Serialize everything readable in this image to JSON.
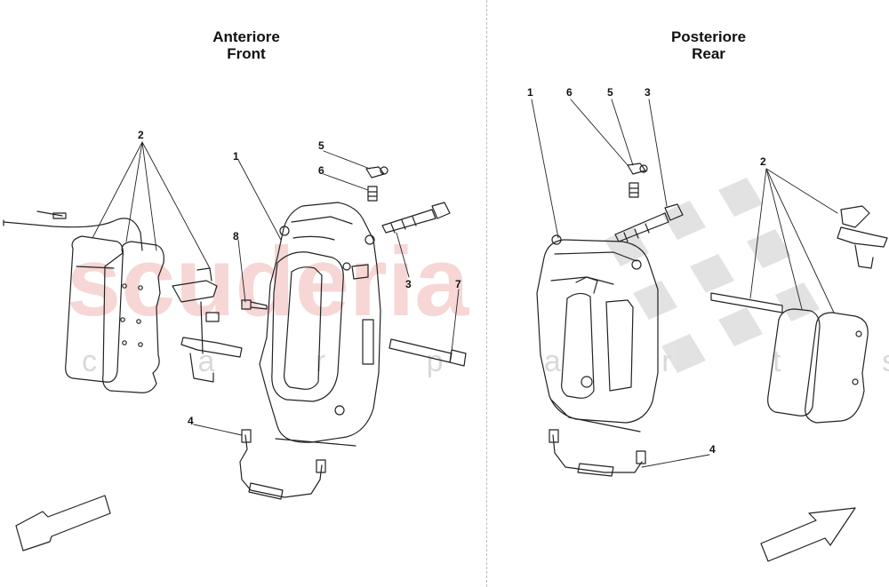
{
  "sections": {
    "front": {
      "title_it": "Anteriore",
      "title_en": "Front"
    },
    "rear": {
      "title_it": "Posteriore",
      "title_en": "Rear"
    }
  },
  "watermark": {
    "main": "scuderia",
    "sub": "c a r p a r t s"
  },
  "callouts": {
    "front": {
      "c1": "1",
      "c2": "2",
      "c3": "3",
      "c4": "4",
      "c5": "5",
      "c6": "6",
      "c7": "7",
      "c8": "8"
    },
    "rear": {
      "c1": "1",
      "c2": "2",
      "c3": "3",
      "c4": "4",
      "c5": "5",
      "c6": "6"
    }
  },
  "colors": {
    "line": "#222222",
    "watermark_red": "#e88a8a",
    "checker": "#d6d6d6"
  }
}
